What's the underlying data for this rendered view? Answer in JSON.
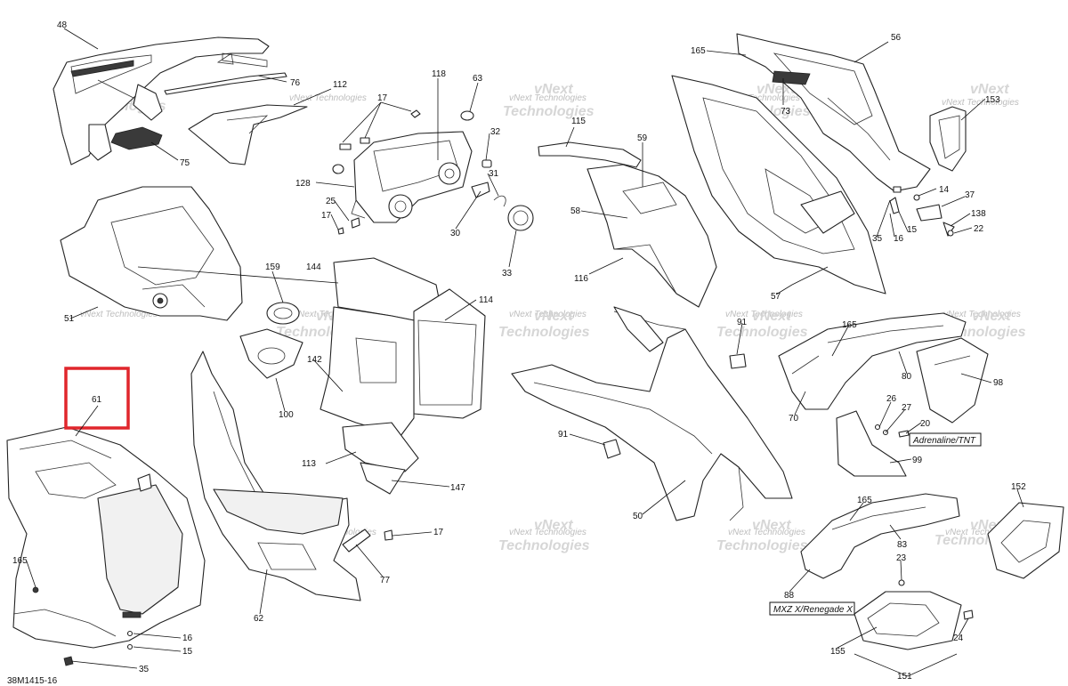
{
  "drawing_code": "38M1415-16",
  "watermark": {
    "line1": "vNext",
    "line2": "Technologies",
    "brand_small": "vNext Technologies"
  },
  "notes": {
    "adrenaline": "Adrenaline/TNT",
    "mxz": "MXZ X/Renegade X"
  },
  "highlight_color": "#e0262c",
  "callouts": {
    "c48": "48",
    "c76": "76",
    "c75": "75",
    "c112": "112",
    "c17a": "17",
    "c118": "118",
    "c63": "63",
    "c128": "128",
    "c25": "25",
    "c17b": "17",
    "c32": "32",
    "c31": "31",
    "c30": "30",
    "c33": "33",
    "c115": "115",
    "c59": "59",
    "c58": "58",
    "c116": "116",
    "c165a": "165",
    "c56": "56",
    "c73": "73",
    "c153": "153",
    "c14": "14",
    "c37": "37",
    "c138": "138",
    "c22": "22",
    "c15a": "15",
    "c16a": "16",
    "c35a": "35",
    "c57": "57",
    "c51": "51",
    "c159": "159",
    "c144": "144",
    "c114": "114",
    "c142": "142",
    "c100": "100",
    "c113": "113",
    "c147": "147",
    "c91a": "91",
    "c91b": "91",
    "c50": "50",
    "c165b": "165",
    "c80": "80",
    "c98": "98",
    "c70": "70",
    "c26": "26",
    "c27": "27",
    "c20": "20",
    "c99": "99",
    "c61": "61",
    "c165c": "165",
    "c16b": "16",
    "c15b": "15",
    "c35b": "35",
    "c62": "62",
    "c77": "77",
    "c17c": "17",
    "c165d": "165",
    "c83": "83",
    "c88": "88",
    "c152": "152",
    "c23": "23",
    "c24": "24",
    "c155": "155",
    "c151": "151"
  }
}
